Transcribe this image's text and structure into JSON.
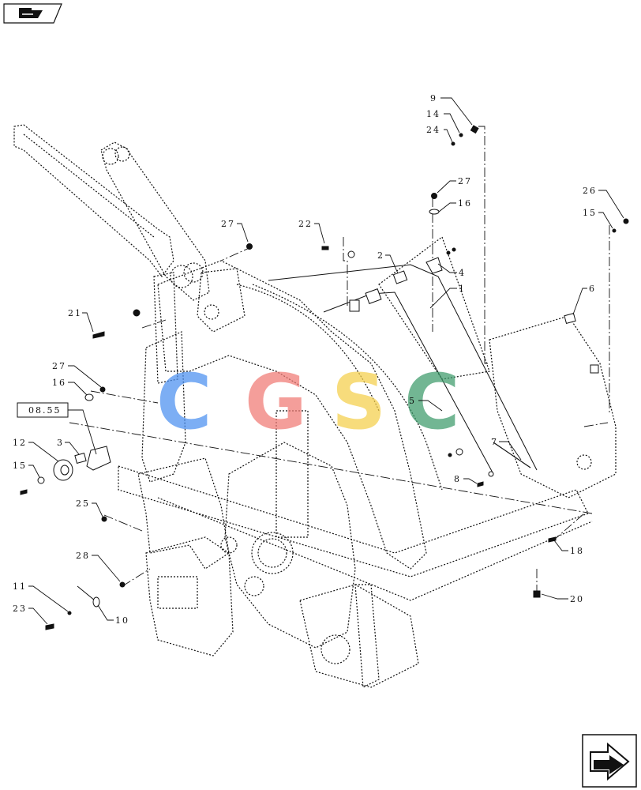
{
  "watermark": {
    "letters": [
      "C",
      "G",
      "S",
      "C"
    ],
    "colors": [
      "#4a8ff0",
      "#f07a74",
      "#f5cf4a",
      "#3c9a6a"
    ]
  },
  "reference_box": {
    "label": "08.55"
  },
  "callouts": {
    "c1": "1",
    "c2": "2",
    "c3": "3",
    "c4": "4",
    "c5": "5",
    "c6": "6",
    "c7": "7",
    "c8": "8",
    "c9": "9",
    "c10": "10",
    "c11": "11",
    "c12": "12",
    "c14": "14",
    "c15a": "15",
    "c15b": "15",
    "c16a": "16",
    "c16b": "16",
    "c18": "18",
    "c20": "20",
    "c21": "21",
    "c22": "22",
    "c23": "23",
    "c24": "24",
    "c25": "25",
    "c26": "26",
    "c27a": "27",
    "c27b": "27",
    "c27c": "27",
    "c28": "28"
  },
  "icons": {
    "top_left": "page-forward-icon",
    "bottom_right": "next-page-arrow-icon"
  }
}
